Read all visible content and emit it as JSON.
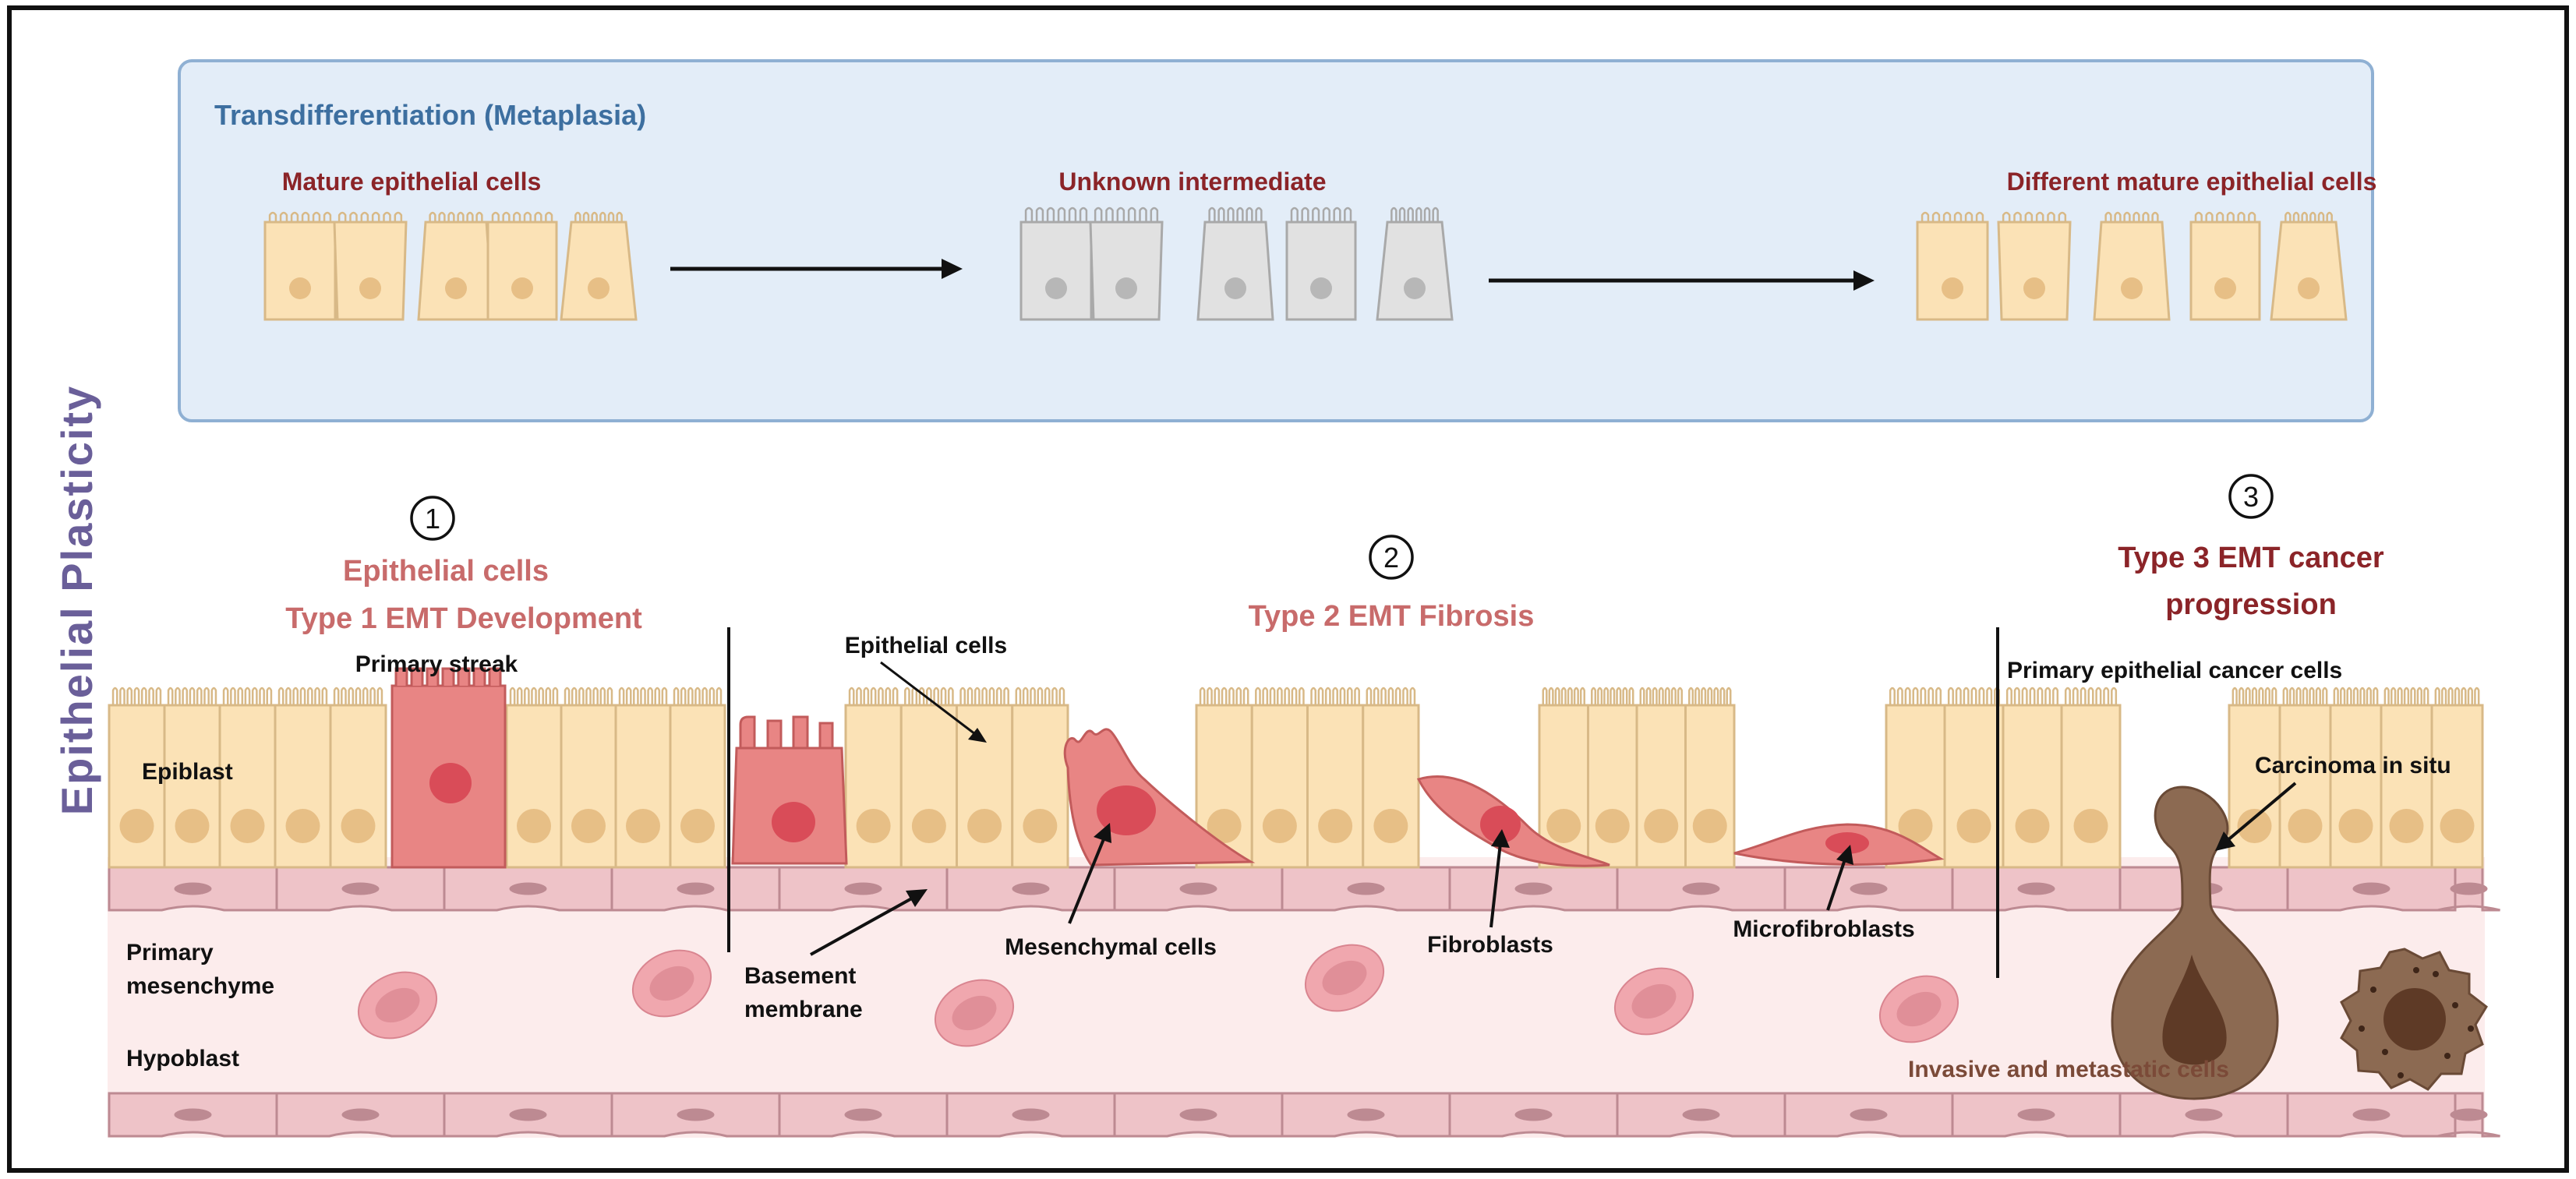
{
  "colors": {
    "frame": "#111111",
    "panel_fill": "#e3edf8",
    "panel_stroke": "#8fb0d3",
    "panel_title": "#3d6fa0",
    "side_title": "#6a5f99",
    "label_dark_red": "#8b2428",
    "label_pink": "#c86b6b",
    "label_brown": "#7b4a38",
    "epithelial_fill": "#fbe2b6",
    "epithelial_stroke": "#d8b987",
    "nucleus": "#e7bf86",
    "intermediate_fill": "#e1e1e1",
    "intermediate_stroke": "#a9a9a9",
    "intermediate_nucleus": "#b7b7b7",
    "mesenchymal_fill": "#e88584",
    "mesenchymal_stroke": "#c25b5b",
    "mesenchymal_nucleus": "#d94c58",
    "membrane_fill": "#eec3c8",
    "membrane_stroke": "#bd8a92",
    "mesenchyme_bg": "#fcecec",
    "rbc_fill": "#f0a7ae",
    "rbc_center": "#e08f98",
    "cancer_fill": "#8c6a52",
    "cancer_nucleus": "#5e3a26"
  },
  "side_title": "Epithelial Plasticity",
  "panel": {
    "title": "Transdifferentiation (Metaplasia)",
    "stage_mature": "Mature epithelial cells",
    "stage_intermediate": "Unknown intermediate",
    "stage_different": "Different mature epithelial cells"
  },
  "type1": {
    "number": "1",
    "line1": "Epithelial cells",
    "line2": "Type 1 EMT Development"
  },
  "type2": {
    "number": "2",
    "title": "Type 2 EMT Fibrosis"
  },
  "type3": {
    "number": "3",
    "line1": "Type 3 EMT cancer",
    "line2": "progression"
  },
  "labels": {
    "primary_streak": "Primary streak",
    "epithelial_cells": "Epithelial cells",
    "epiblast": "Epiblast",
    "primary_mesenchyme_1": "Primary",
    "primary_mesenchyme_2": "mesenchyme",
    "hypoblast": "Hypoblast",
    "basement_membrane_1": "Basement",
    "basement_membrane_2": "membrane",
    "mesenchymal_cells": "Mesenchymal cells",
    "fibroblasts": "Fibroblasts",
    "microfibroblasts": "Microfibroblasts",
    "primary_cancer_cells": "Primary epithelial cancer cells",
    "carcinoma_in_situ": "Carcinoma in situ",
    "invasive_metastatic": "Invasive and metastatic cells"
  }
}
